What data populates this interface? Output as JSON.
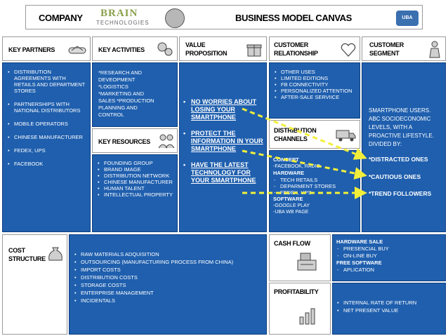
{
  "header": {
    "company_label": "COMPANY",
    "logo_line1": "BRAIN",
    "logo_line2": "TECHNOLOGIES",
    "canvas_title": "BUSINESS MODEL CANVAS",
    "badge": "UBA"
  },
  "key_partners": {
    "title": "KEY PARTNERS",
    "items": [
      "DISTRIBUTION AGREEMENTS WITH RETAILS AND DEPARTMENT STORES",
      "PARTNERSHIPS WITH NATIONAL DISTRIBUTORS",
      "MOBILE OPERATORS",
      "CHINESE MANUFACTURER",
      "FEDEX, UPS",
      "FACEBOOK"
    ]
  },
  "key_activities": {
    "title": "KEY ACTIVITIES",
    "lines": [
      "*RESEARCH AND",
      "DEVEOPMENT",
      "*LOGISTICS",
      "*MARKETING AND",
      "SALES *PRODUCTION",
      "PLANNING AND",
      "CONTROL"
    ]
  },
  "key_resources": {
    "title": "KEY RESOURCES",
    "items": [
      "FOUNDING GROUP",
      "BRAND IMAGE",
      "DISTRIBUTION NETWORK",
      "CHINESE MANUFACTURER",
      "HUMAN TALENT",
      "INTELLECTUAL PROPERTY"
    ]
  },
  "value_proposition": {
    "title_line1": "VALUE",
    "title_line2": "PROPOSITION",
    "items": [
      "NO WORRIES ABOUT LOSING YOUR SMARTPHONE",
      "PROTECT THE INFORMATION IN YOUR SMARTPHONE",
      "HAVE THE LATEST TECHNOLOGY FOR YOUR SMARTPHONE"
    ]
  },
  "customer_relationship": {
    "title_line1": "CUSTOMER",
    "title_line2": "RELATIONSHIP",
    "items": [
      "OTHER USES",
      "LIMITED EDITIONS",
      "FB CONNECTIVITY",
      "PERSONALIZED ATTENTION",
      "AFTER-SALE SERVIICE"
    ]
  },
  "distribution_channels": {
    "title_line1": "DISTRIBUTION",
    "title_line2": "CHANNELS",
    "concept_label": "CONCEPT",
    "concept_items": [
      "-FACEBOOK, RADIO"
    ],
    "hardware_label": "HARDWARE",
    "hardware_items": [
      "TECH RETAILS",
      "DEPARMENT STORES",
      "FEDEX, UPS"
    ],
    "software_label": "SOFTWARE",
    "software_items": [
      "-GOOGLE PLAY",
      "-UBA WB PAGE"
    ]
  },
  "customer_segment": {
    "title_line1": "CUSTOMER",
    "title_line2": "SEGMENT",
    "description": "SMARTPHONE USERS. ABC SOCIOECONOMIC LEVELS, WITH A PROACTIVE LIFESTYLE. DIVIDED BY:",
    "segments": [
      "*DISTRACTED ONES",
      "*CAUTIOUS ONES",
      "*TREND FOLLOWERS"
    ]
  },
  "cost_structure": {
    "title_line1": "COST",
    "title_line2": "STRUCTURE",
    "items": [
      "RAW MATERIALS ADQUISITION",
      "OUTSOURCING (MANUFACTURING PROCESS FROM CHINA)",
      "IMPORT COSTS",
      "DISTRIBUTION COSTS",
      "STORAGE COSTS",
      "ENTERPRISE MANAGEMENT",
      "INCIDENTALS"
    ]
  },
  "cash_flow": {
    "title": "CASH FLOW",
    "hardware_label": "HARDWARE SALE",
    "hardware_items": [
      "PRESENCIAL BUY",
      "ON-LINE BUY"
    ],
    "software_label": "FREE SOFTWARE",
    "software_items": [
      "APLICATION"
    ]
  },
  "profitability": {
    "title": "PROFITABILITY",
    "items": [
      "INTERNAL RATE OF RETURN",
      "NET PRESENT VALUE"
    ]
  },
  "colors": {
    "block_blue": "#1f5fae",
    "arrow_yellow": "#f2ef3a"
  }
}
